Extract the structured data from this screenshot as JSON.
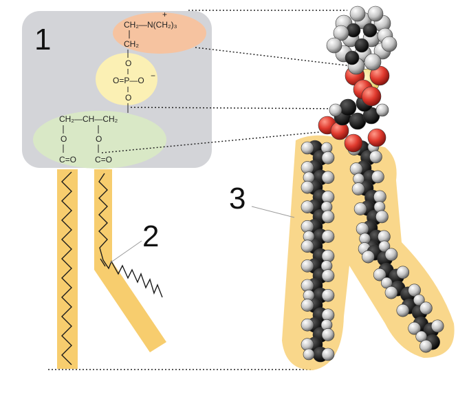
{
  "labels": {
    "region_1": "1",
    "region_2": "2",
    "region_3": "3"
  },
  "structure": {
    "choline_ch2_n": "CH₂—N(CH₂)₃",
    "choline_plus": "+",
    "choline_ch2": "CH₂",
    "phosphate_top_o": "O",
    "phosphate_row": "O=P—O",
    "phosphate_minus": "−",
    "phosphate_bottom_o": "O",
    "glycerol_row": "CH₂—CH—CH₂",
    "ester_o_left": "O",
    "ester_o_right": "O",
    "carbonyl_left": "C=O",
    "carbonyl_right": "C=O"
  },
  "colors": {
    "head_panel": "#d3d4d8",
    "choline": "#f6c3a0",
    "phosphate": "#fbf0b4",
    "glycerol": "#d9e8c6",
    "tail": "#f7cd6e",
    "carbon": "#151515",
    "hydrogen": "#c9c9c9",
    "oxygen": "#e03a2e",
    "phosphorus": "#f4e08a"
  }
}
